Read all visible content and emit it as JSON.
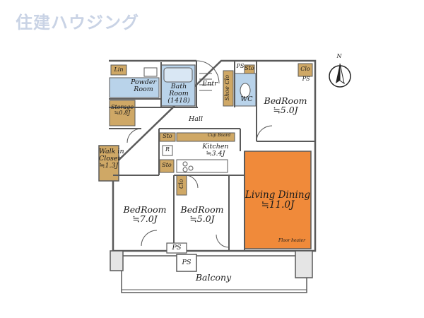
{
  "watermark": "住建ハウジング",
  "compass": {
    "label": "N"
  },
  "colors": {
    "wall": "#5a5a5a",
    "floor": "#ffffff",
    "wet_area": "#b9d3ea",
    "wood": "#cfa866",
    "living": "#f08a3a",
    "watermark": "#c4cfe3"
  },
  "rooms": {
    "lin": "Lin",
    "powder_room": [
      "Powder",
      "Room"
    ],
    "bath_room": [
      "Bath",
      "Room",
      "(1418)"
    ],
    "entrance": "Entr",
    "ps_top": "PS",
    "shoe_storage": "Sto",
    "shoes_closet": "Shoe Clo",
    "wc": "WC",
    "clo_ne": "Clo",
    "ps_ne": "PS",
    "bedroom_ne": [
      "BedRoom",
      "≒5.0J"
    ],
    "storage": [
      "Storage",
      "≒0.8J"
    ],
    "hall": "Hall",
    "sto_upper": "Sto",
    "cupboard": "Cup Board",
    "fridge": "R",
    "kitchen": [
      "Kitchen",
      "≒3.4J"
    ],
    "walk_in_closet": [
      "Walk in",
      "Closet",
      "≒1.3J"
    ],
    "sto_lower": "Sto",
    "living_dining": [
      "Living Dining",
      "≒11.0J"
    ],
    "floor_heater": "Floor heater",
    "clo_mid": "Clo",
    "bedroom_w": [
      "BedRoom",
      "≒7.0J"
    ],
    "bedroom_mid": [
      "BedRoom",
      "≒5.0J"
    ],
    "ps_mid": "PS",
    "ps_bottom": "PS",
    "balcony": "Balcony"
  }
}
